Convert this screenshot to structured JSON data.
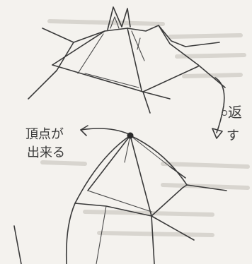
{
  "annotations": {
    "apex_line1": "頂点が",
    "apex_line2": "出来る",
    "flip_line1": "返",
    "flip_line2": "す"
  },
  "colors": {
    "paper": "#f4f2ee",
    "ink": "#3a3a3a",
    "bleed": "#d8d5cf"
  },
  "icons": [
    "curved-arrow-icon",
    "flip-arrow-icon",
    "apex-dot-icon"
  ]
}
